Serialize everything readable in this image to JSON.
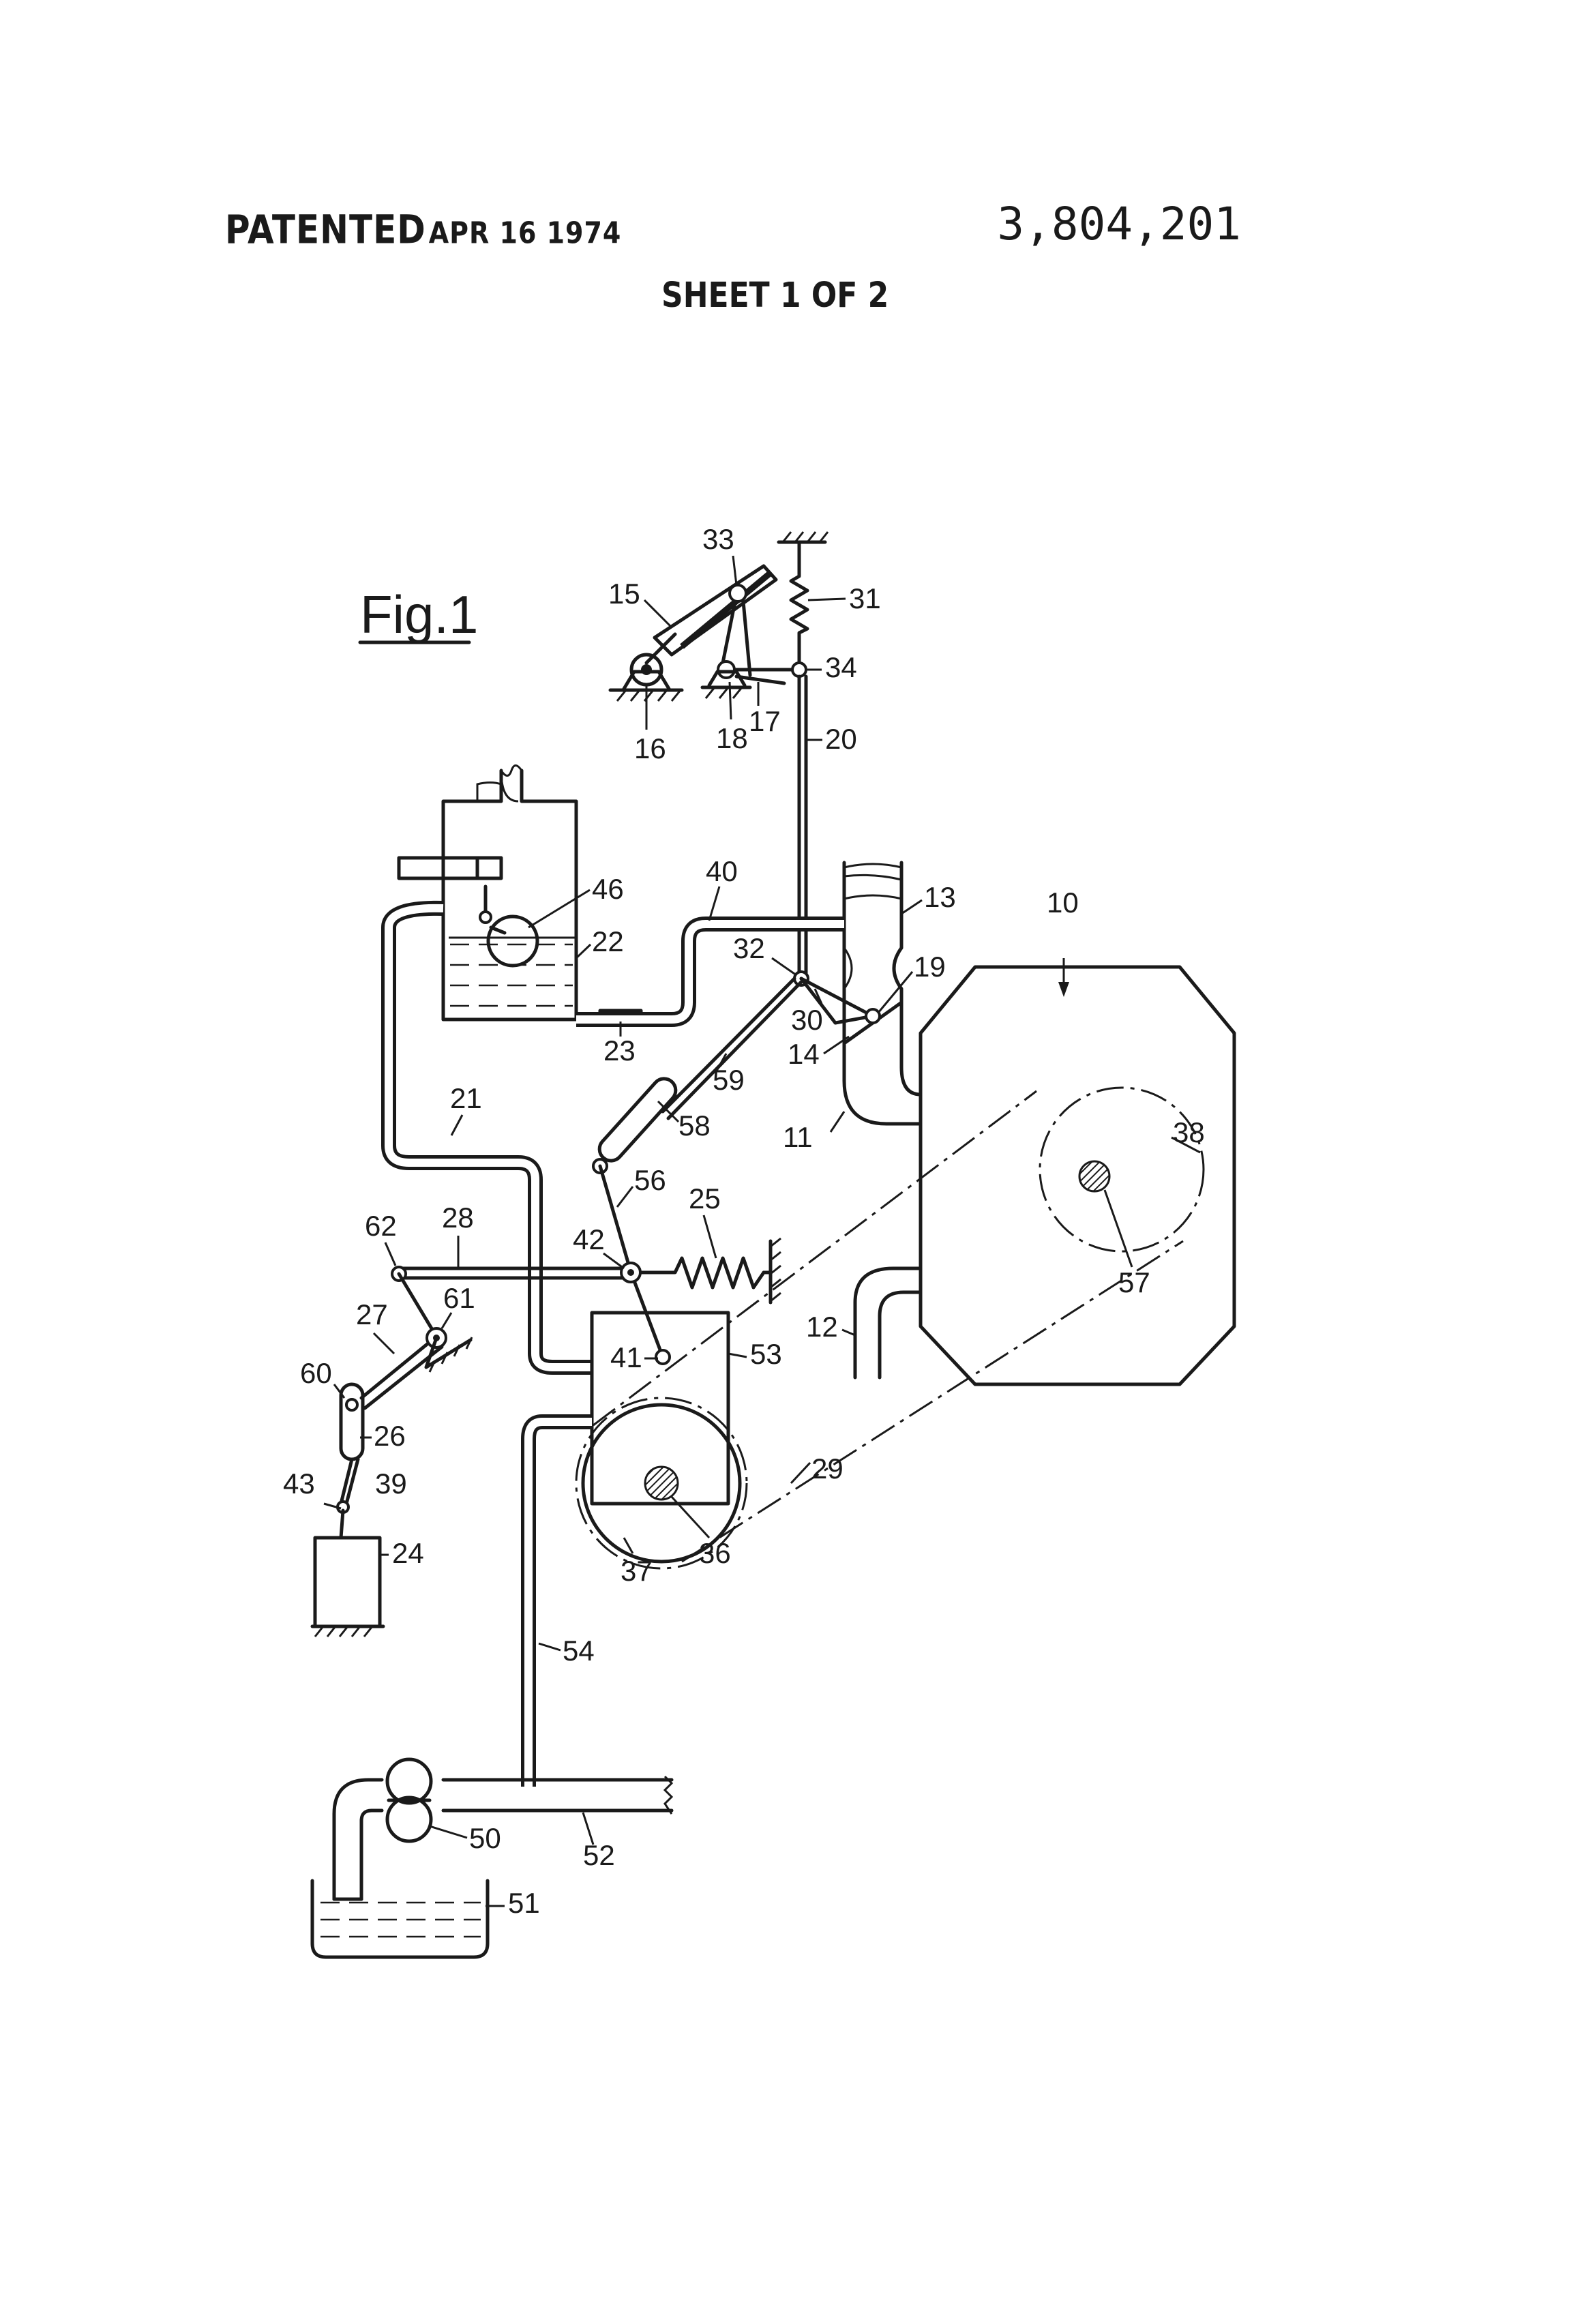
{
  "header": {
    "patented": "PATENTED",
    "date": "APR 16 1974",
    "patent_number": "3,804,201",
    "sheet": "SHEET 1 OF 2"
  },
  "figure": {
    "title": "Fig.1",
    "labels": {
      "l10": "10",
      "l11": "11",
      "l12": "12",
      "l13": "13",
      "l14": "14",
      "l15": "15",
      "l16": "16",
      "l17": "17",
      "l18": "18",
      "l19": "19",
      "l20": "20",
      "l21": "21",
      "l22": "22",
      "l23": "23",
      "l24": "24",
      "l25": "25",
      "l26": "26",
      "l27": "27",
      "l28": "28",
      "l29": "29",
      "l30": "30",
      "l31": "31",
      "l32": "32",
      "l33": "33",
      "l34": "34",
      "l36": "36",
      "l37": "37",
      "l38": "38",
      "l39": "39",
      "l40": "40",
      "l41": "41",
      "l42": "42",
      "l43": "43",
      "l46": "46",
      "l50": "50",
      "l51": "51",
      "l52": "52",
      "l53": "53",
      "l54": "54",
      "l56": "56",
      "l57": "57",
      "l58": "58",
      "l59": "59",
      "l60": "60",
      "l61": "61",
      "l62": "62"
    }
  }
}
